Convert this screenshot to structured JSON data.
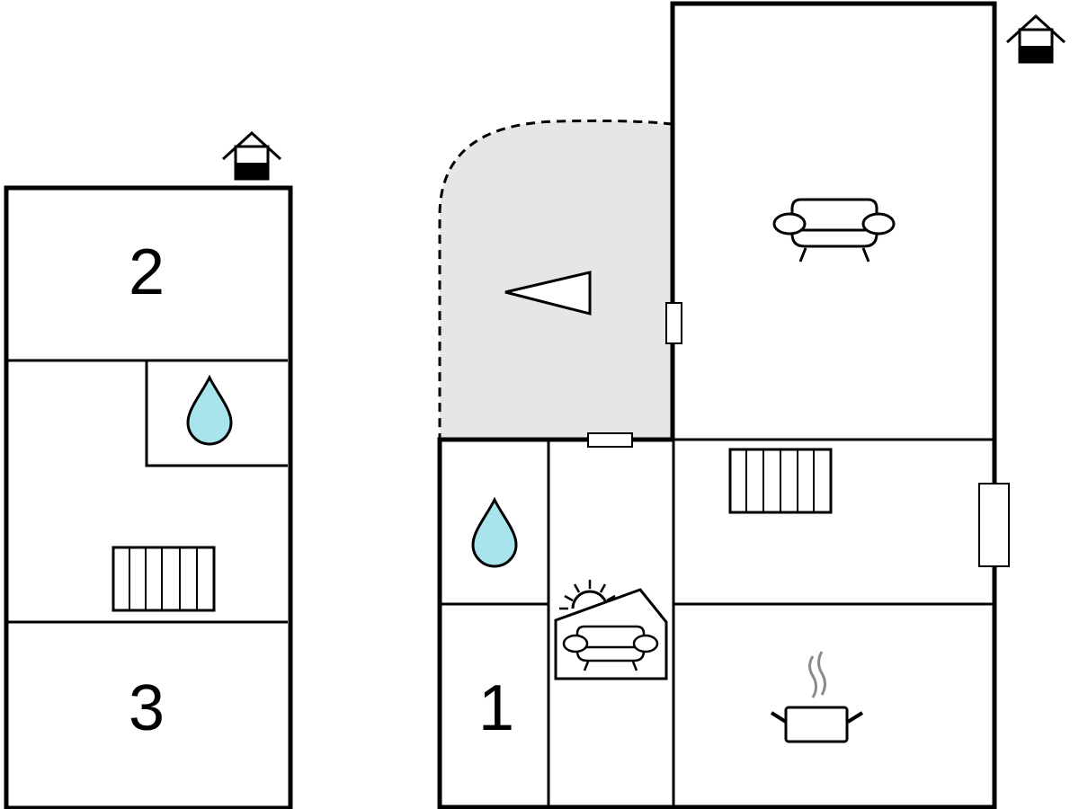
{
  "rooms": {
    "room_2": {
      "label": "2"
    },
    "room_3": {
      "label": "3"
    },
    "room_1": {
      "label": "1"
    }
  },
  "icons": [
    "house-floor-icon",
    "water-drop-icon",
    "radiator-icon",
    "sofa-icon",
    "sun-icon",
    "cooking-pot-icon",
    "terrace-direction-icon",
    "window-icon"
  ],
  "colors": {
    "wall": "#000000",
    "terrace_fill": "#e6e6e6",
    "water": "#a8e4ec",
    "steam": "#8a8a8a",
    "background": "#ffffff"
  }
}
